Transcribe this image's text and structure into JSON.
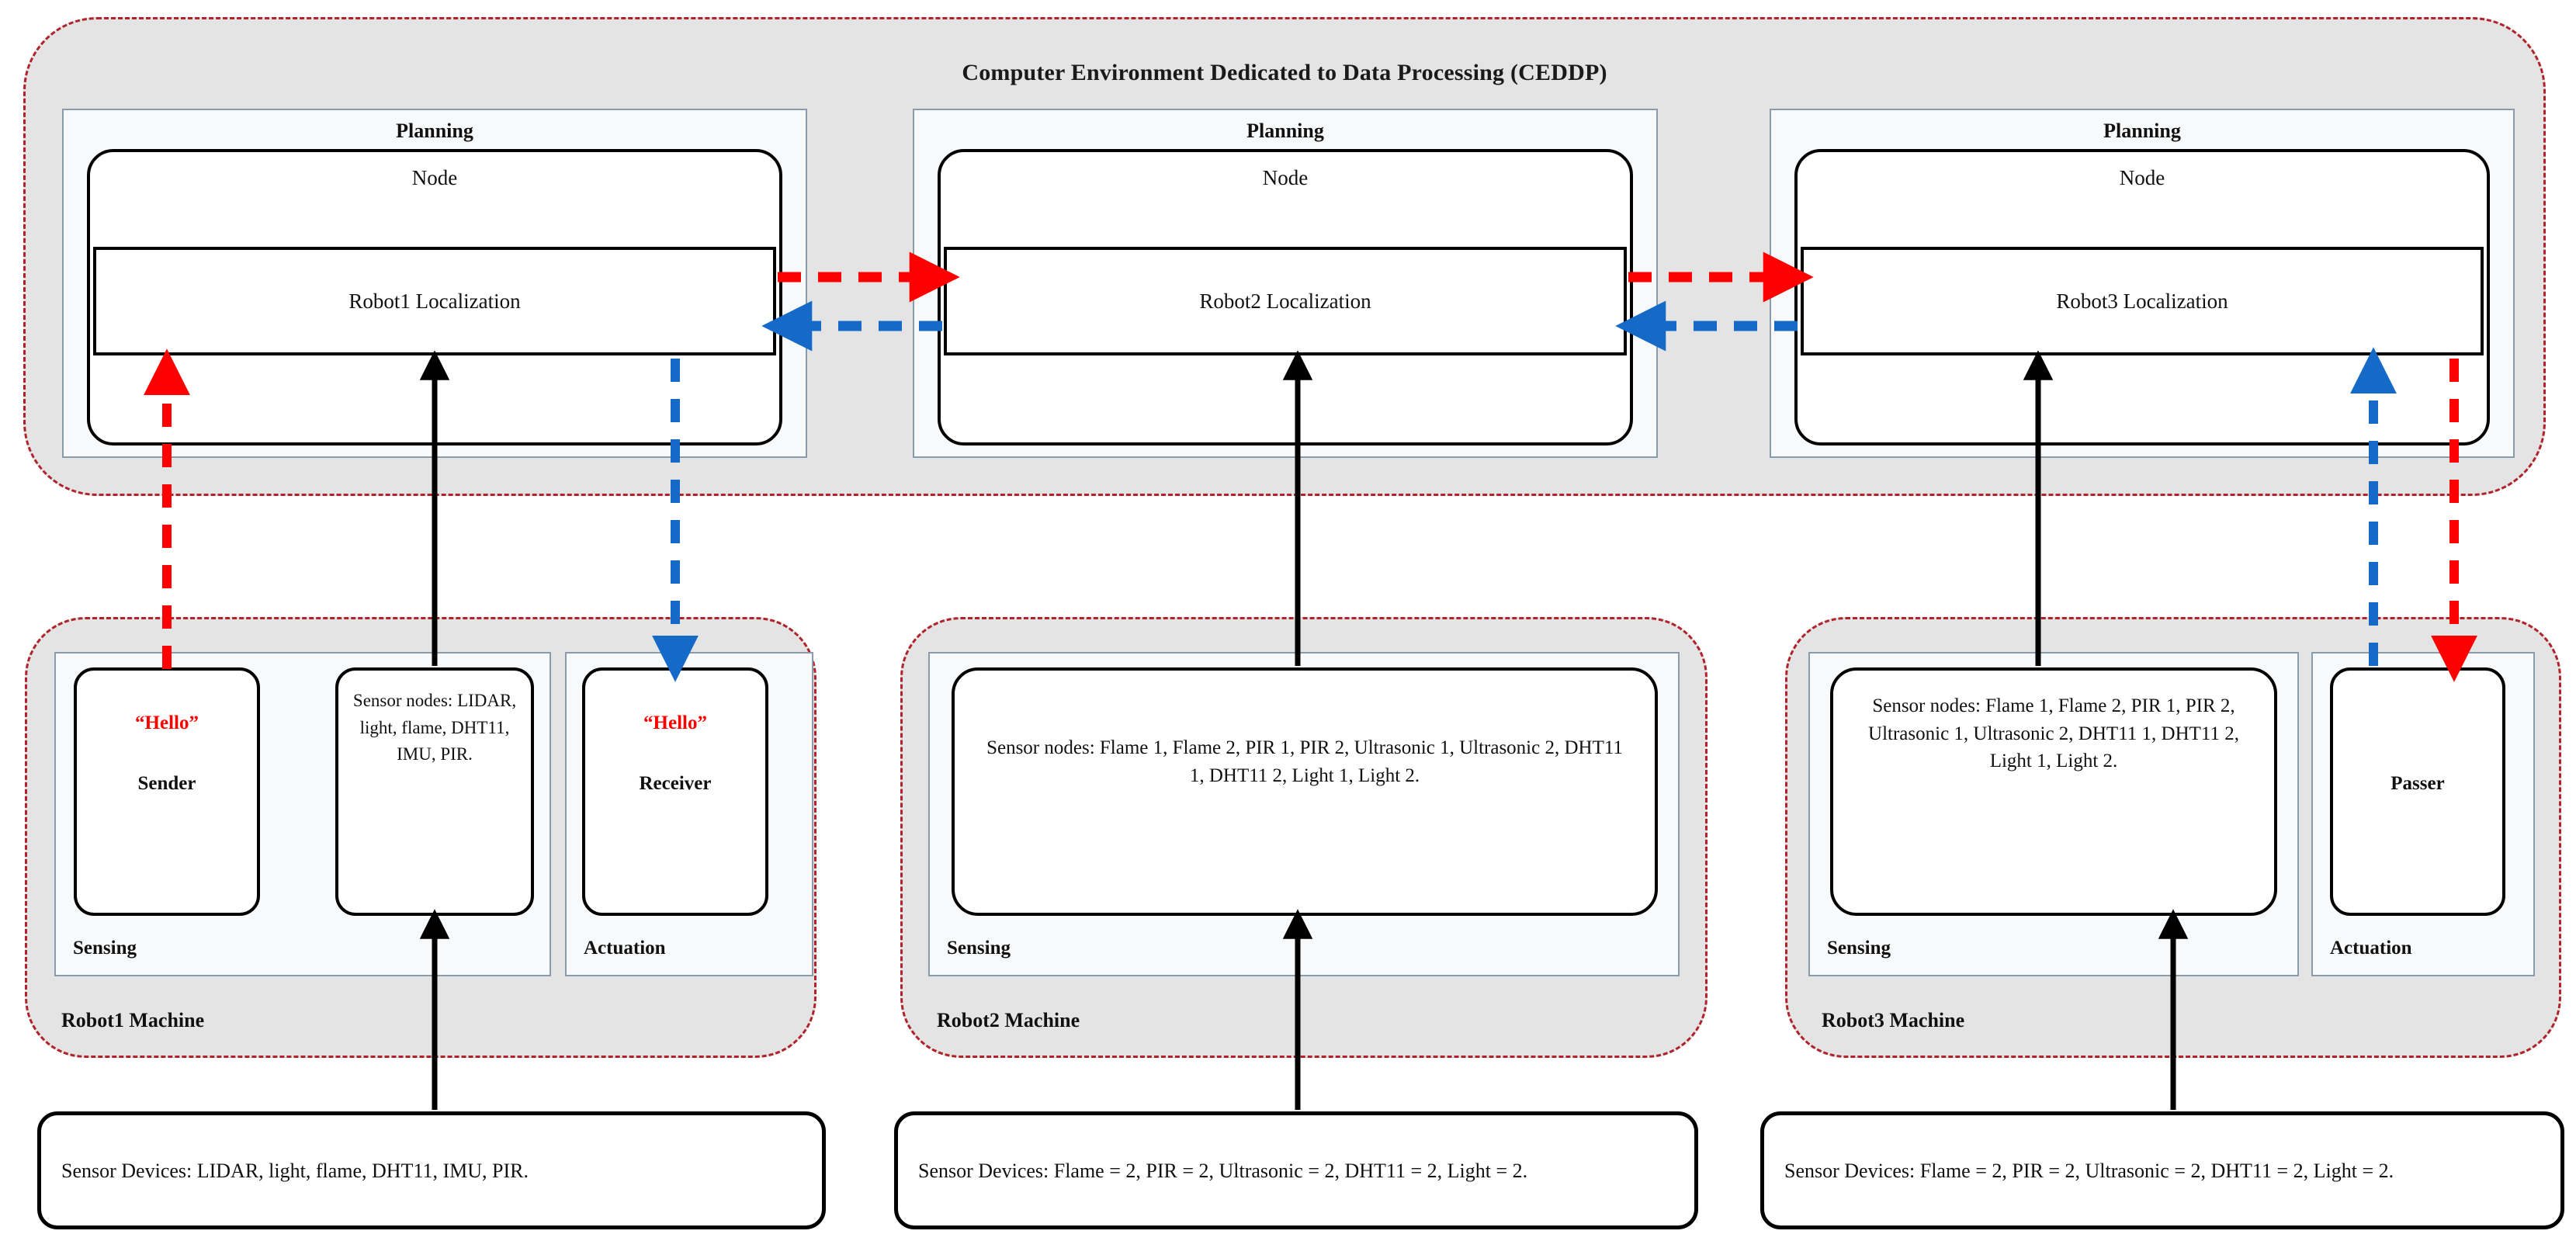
{
  "ceddp": {
    "title": "Computer Environment Dedicated to Data Processing (CEDDP)"
  },
  "planning": [
    {
      "title": "Planning",
      "node_label": "Node",
      "localization": "Robot1 Localization"
    },
    {
      "title": "Planning",
      "node_label": "Node",
      "localization": "Robot2 Localization"
    },
    {
      "title": "Planning",
      "node_label": "Node",
      "localization": "Robot3 Localization"
    }
  ],
  "machines": [
    {
      "label": "Robot1 Machine",
      "sensing_label": "Sensing",
      "actuation_label": "Actuation",
      "sender": {
        "hello": "“Hello”",
        "role": "Sender"
      },
      "sensor_nodes": "Sensor nodes: LIDAR, light, flame, DHT11, IMU, PIR.",
      "receiver": {
        "hello": "“Hello”",
        "role": "Receiver"
      }
    },
    {
      "label": "Robot2 Machine",
      "sensing_label": "Sensing",
      "sensor_nodes": "Sensor nodes: Flame 1, Flame 2, PIR 1, PIR 2, Ultrasonic 1, Ultrasonic 2, DHT11 1, DHT11 2, Light 1, Light 2."
    },
    {
      "label": "Robot3 Machine",
      "sensing_label": "Sensing",
      "actuation_label": "Actuation",
      "sensor_nodes": "Sensor nodes: Flame 1, Flame 2, PIR 1, PIR 2, Ultrasonic 1, Ultrasonic 2, DHT11 1, DHT11 2, Light 1, Light 2.",
      "passer": {
        "role": "Passer"
      }
    }
  ],
  "sensor_devices": [
    "Sensor Devices: LIDAR, light, flame, DHT11, IMU, PIR.",
    "Sensor Devices: Flame = 2, PIR = 2, Ultrasonic = 2, DHT11 = 2, Light = 2.",
    "Sensor Devices: Flame = 2, PIR = 2, Ultrasonic = 2, DHT11 = 2, Light = 2."
  ],
  "colors": {
    "red_flow": "#ff0000",
    "blue_flow": "#1569c7",
    "container_border": "#b0232a",
    "container_fill": "#e4e4e4",
    "panel_border": "#8a9bad",
    "panel_fill": "#f7f9fb",
    "box_border": "#000000"
  }
}
